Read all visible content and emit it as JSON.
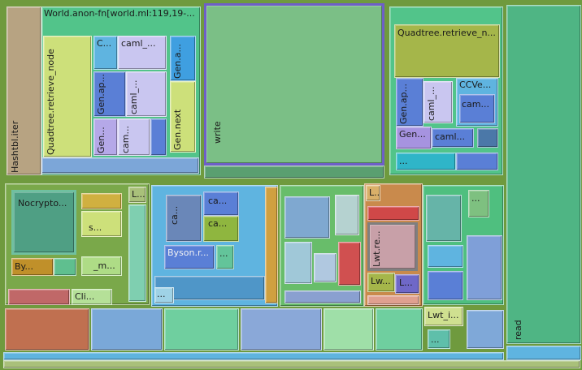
{
  "treemap": {
    "nodes": [
      {
        "label": "Hashtbl.iter"
      },
      {
        "label": "World.anon-fn[world.ml:119,19-..."
      },
      {
        "label": "Quadtree.retrieve_node"
      },
      {
        "label": "C..."
      },
      {
        "label": "caml_..."
      },
      {
        "label": "Gen.ap..."
      },
      {
        "label": "caml_..."
      },
      {
        "label": "Gen.a..."
      },
      {
        "label": "Gen.next"
      },
      {
        "label": "Gen..."
      },
      {
        "label": "cam..."
      },
      {
        "label": "write"
      },
      {
        "label": "Quadtree.retrieve_n..."
      },
      {
        "label": "Gen.ap..."
      },
      {
        "label": "caml_..."
      },
      {
        "label": "CCVe..."
      },
      {
        "label": "cam..."
      },
      {
        "label": "Gen..."
      },
      {
        "label": "caml..."
      },
      {
        "label": "..."
      },
      {
        "label": "read"
      },
      {
        "label": "Nocrypto..."
      },
      {
        "label": "By..."
      },
      {
        "label": "s..."
      },
      {
        "label": "_m..."
      },
      {
        "label": "Cli..."
      },
      {
        "label": "L..."
      },
      {
        "label": "ca..."
      },
      {
        "label": "ca..."
      },
      {
        "label": "ca..."
      },
      {
        "label": "Byson.r..."
      },
      {
        "label": "..."
      },
      {
        "label": "..."
      },
      {
        "label": "L..."
      },
      {
        "label": "Lwt.re..."
      },
      {
        "label": "Lw..."
      },
      {
        "label": "L..."
      },
      {
        "label": "..."
      },
      {
        "label": "Lwt_i..."
      },
      {
        "label": "..."
      }
    ]
  },
  "colors": {
    "background": "#6f9a3e",
    "green": "#4fbf7f",
    "lime": "#b9d95a",
    "olive": "#8fa940",
    "blue": "#5a7fd6",
    "sky": "#5fb4e0",
    "lavender": "#a9a6e6",
    "purple": "#7a65c8",
    "salmon": "#d98a70",
    "pink": "#c8a0a8",
    "teal": "#3fa98a"
  }
}
